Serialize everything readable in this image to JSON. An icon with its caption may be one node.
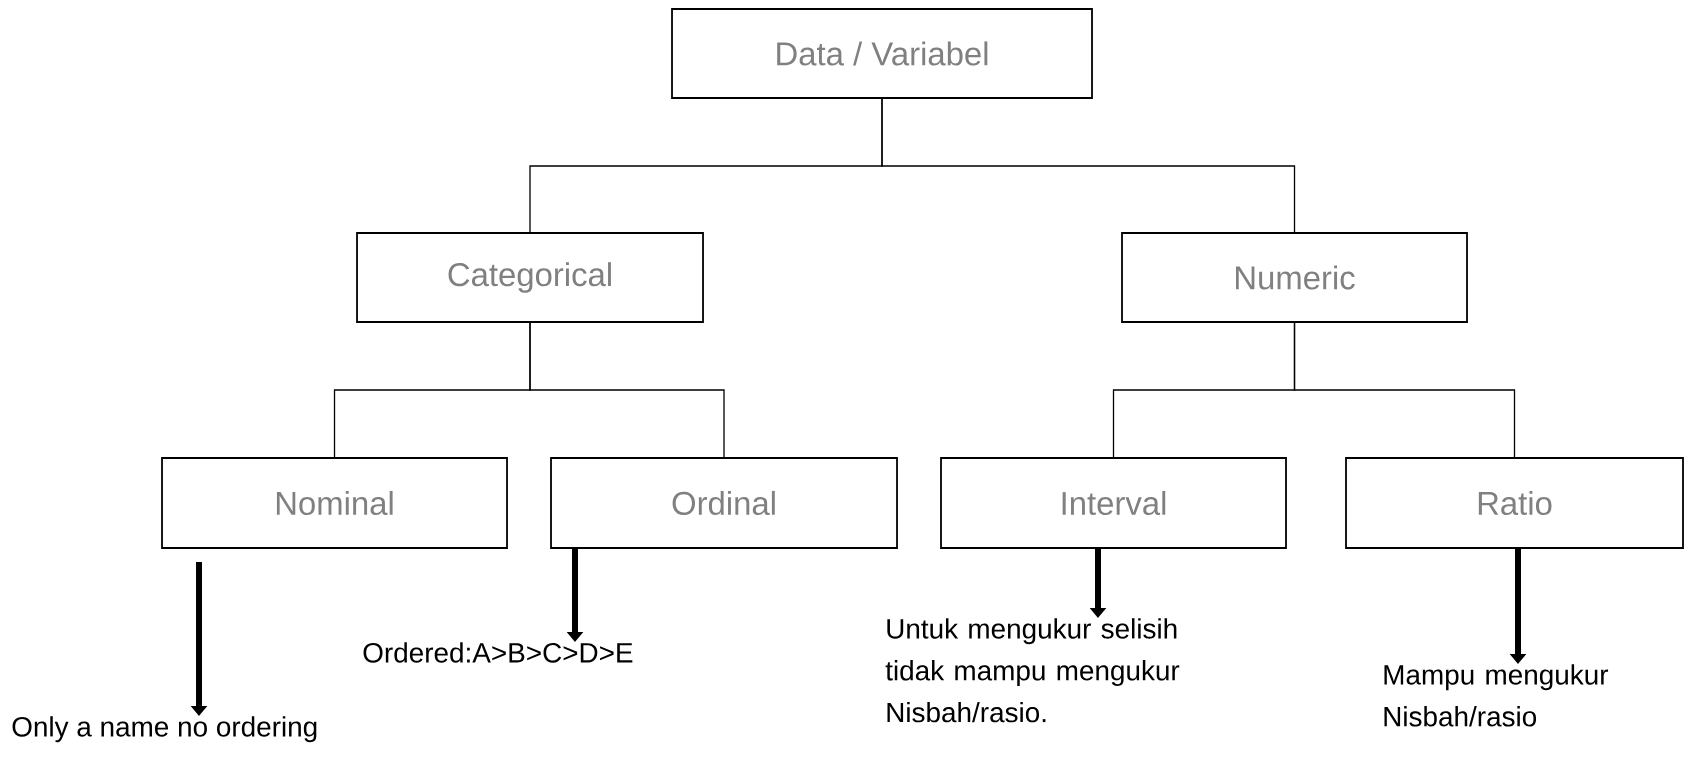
{
  "diagram": {
    "nodes": [
      {
        "text": [
          "Data / Variabel"
        ]
      },
      {
        "text": [
          "Categorical"
        ]
      },
      {
        "text": [
          "Numeric"
        ]
      },
      {
        "text": [
          "Nominal"
        ]
      },
      {
        "text": [
          "Ordinal"
        ]
      },
      {
        "text": [
          "Interval"
        ]
      },
      {
        "text": [
          "Ratio"
        ]
      },
      {
        "text": [
          "Only a name no ordering"
        ]
      },
      {
        "text": [
          "Ordered:A>B>C>D>E"
        ]
      },
      {
        "text": [
          "Untuk mengukur selisih tidak mampu mengukur Nisbah/rasio."
        ]
      },
      {
        "text": [
          "Mampu mengukur Nisbah/rasio"
        ]
      }
    ],
    "edges": [
      {
        "from": 0,
        "to": 1,
        "arrow": "none"
      },
      {
        "from": 0,
        "to": 2,
        "arrow": "none"
      },
      {
        "from": 1,
        "to": 3,
        "arrow": "none"
      },
      {
        "from": 1,
        "to": 4,
        "arrow": "none"
      },
      {
        "from": 2,
        "to": 5,
        "arrow": "none"
      },
      {
        "from": 2,
        "to": 6,
        "arrow": "none"
      },
      {
        "from": 3,
        "to": 7,
        "arrow": "to",
        "style": "thick"
      },
      {
        "from": 4,
        "to": 8,
        "arrow": "to",
        "style": "thick"
      },
      {
        "from": 5,
        "to": 9,
        "arrow": "to",
        "style": "thick"
      },
      {
        "from": 6,
        "to": 10,
        "arrow": "to",
        "style": "thick"
      }
    ]
  }
}
